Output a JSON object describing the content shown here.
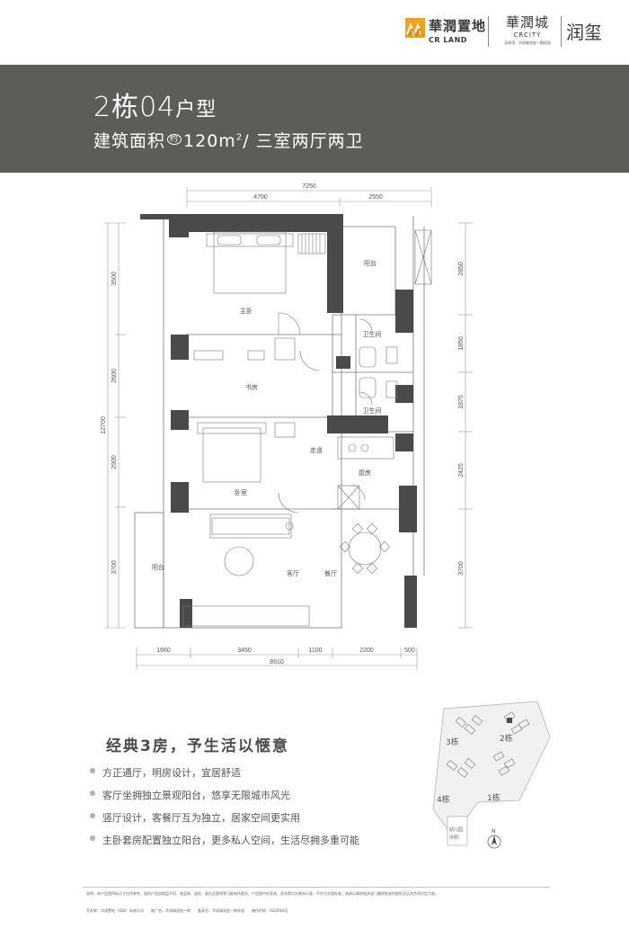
{
  "header": {
    "crland_cn": "華潤置地",
    "crland_en": "CR LAND",
    "crcity_cn": "華潤城",
    "crcity_en": "CRCITY",
    "crcity_slogan": "深圳湾 · 华润城润玺一期花园",
    "project_name": "润玺"
  },
  "title": {
    "unit": "2栋04",
    "unit_suffix": "户型",
    "area_label": "建筑面积",
    "area_approx": "约",
    "area_value": "120m",
    "area_sup": "2",
    "layout": "/ 三室两厅两卫"
  },
  "plan": {
    "top_dims": {
      "total": "7250",
      "a": "4700",
      "b": "2550"
    },
    "bottom_dims": {
      "total": "8910",
      "a": "1660",
      "b": "3450",
      "c": "1100",
      "d": "2200",
      "e": "500"
    },
    "left_dims": {
      "total": "12700",
      "a": "3500",
      "b": "2600",
      "c": "2900",
      "d": "3700"
    },
    "right_dims": {
      "a": "2850",
      "b": "1850",
      "c": "1875",
      "d": "2425",
      "e": "3700"
    },
    "rooms": {
      "master": "主卧",
      "balcony_top": "阳台",
      "bath1": "卫生间",
      "bath2": "卫生间",
      "study": "书房",
      "corridor": "走道",
      "kitchen": "厨房",
      "bedroom": "卧室",
      "balcony_left": "阳台",
      "living": "客厅",
      "dining": "餐厅"
    }
  },
  "features": {
    "title": "经典3房，予生活以惬意",
    "items": [
      "方正通厅，明房设计，宜居舒适",
      "客厅坐拥独立景观阳台，悠享无限城市风光",
      "竖厅设计，客餐厅互为独立，居家空间更实用",
      "主卧套房配置独立阳台，更多私人空间，生活尽拥多重可能"
    ]
  },
  "sitemap": {
    "b3": "3栋",
    "b2": "2栋",
    "b4": "4栋",
    "b1": "1栋",
    "kindergarten": "幼儿园",
    "kg_note": "(配套)",
    "north": "N"
  },
  "footer": {
    "disclaimer": "说明：本户型图所标尺寸仅供参考，相同户型因楼层不同，其层高、梁柱、窗台及管线等可能有所差异，户型图中的家具、家电等均为装饰示意，不作为交楼标准。具体以政府相关部门最终批准的图纸及买卖合同约定为准。",
    "credits": "开发商：华润置地（深圳）有限公司　　推广名：华润城润玺一期　　备案名：华润城润玺一期花园　　制作时间：2020年8月"
  }
}
